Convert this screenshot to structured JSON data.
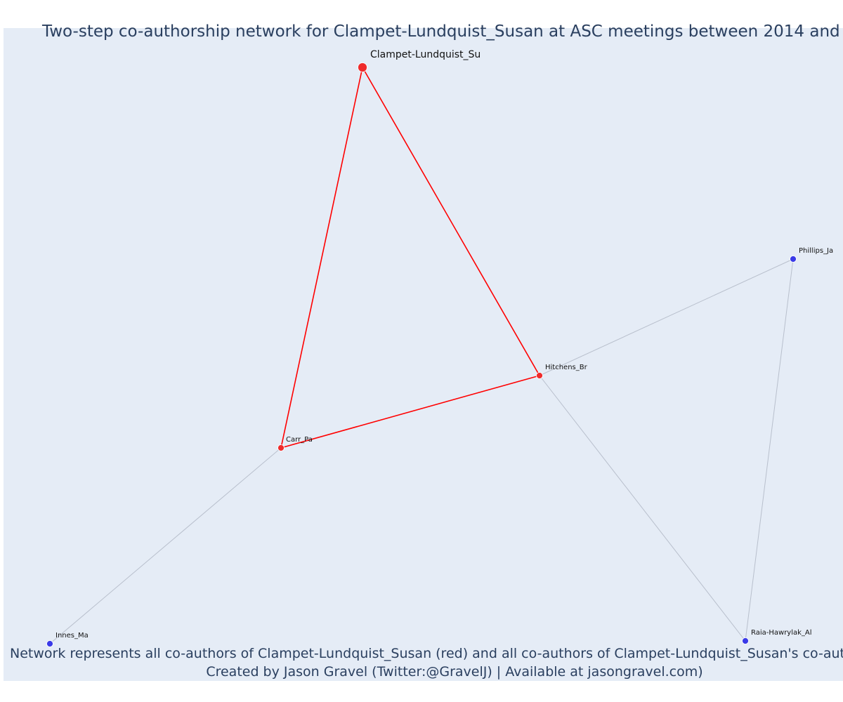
{
  "title": "Two-step co-authorship network for Clampet-Lundquist_Susan at ASC meetings between 2014 and",
  "footer": {
    "line1": "Network represents all co-authors of Clampet-Lundquist_Susan (red) and all co-authors of Clampet-Lundquist_Susan's co-autho",
    "line2": "Created by Jason Gravel (Twitter:@GravelJ) | Available at jasongravel.com)"
  },
  "colors": {
    "plot_bg": "#e5ecf6",
    "ego_edge": "#ff0000",
    "other_edge": "#b8bfcc",
    "ego_node": "#ef2b2b",
    "other_node": "#3a3ae8",
    "text": "#2a3f5f"
  },
  "chart_data": {
    "type": "network",
    "nodes": [
      {
        "id": "clampet",
        "label": "Clampet-Lundquist_Su",
        "group": "ego"
      },
      {
        "id": "carr",
        "label": "Carr_Pa",
        "group": "coauthor"
      },
      {
        "id": "hitchens",
        "label": "Hitchens_Br",
        "group": "coauthor"
      },
      {
        "id": "phillips",
        "label": "Phillips_Ja",
        "group": "second"
      },
      {
        "id": "innes",
        "label": "Innes_Ma",
        "group": "second"
      },
      {
        "id": "raia",
        "label": "Raia-Hawrylak_Al",
        "group": "second"
      }
    ],
    "edges": [
      {
        "source": "clampet",
        "target": "carr",
        "type": "ego"
      },
      {
        "source": "clampet",
        "target": "hitchens",
        "type": "ego"
      },
      {
        "source": "carr",
        "target": "hitchens",
        "type": "ego"
      },
      {
        "source": "hitchens",
        "target": "phillips",
        "type": "other"
      },
      {
        "source": "hitchens",
        "target": "raia",
        "type": "other"
      },
      {
        "source": "phillips",
        "target": "raia",
        "type": "other"
      },
      {
        "source": "carr",
        "target": "innes",
        "type": "other"
      }
    ]
  }
}
